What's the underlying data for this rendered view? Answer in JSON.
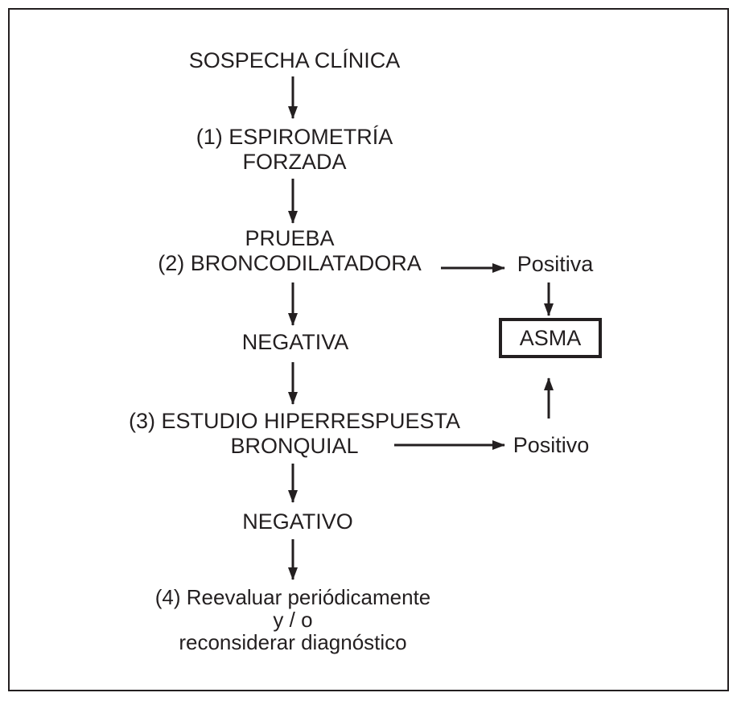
{
  "figure": {
    "kind": "flowchart"
  },
  "colors": {
    "ink": "#231f20",
    "background": "#ffffff"
  },
  "nodes": {
    "sospecha": {
      "label": "SOSPECHA CLÍNICA"
    },
    "espirometria": {
      "line1": "(1) ESPIROMETRÍA",
      "line2": "FORZADA"
    },
    "prueba": {
      "line1": "PRUEBA",
      "line2": "(2) BRONCODILATADORA"
    },
    "positiva": {
      "label": "Positiva"
    },
    "asma": {
      "label": "ASMA"
    },
    "negativa": {
      "label": "NEGATIVA"
    },
    "estudio": {
      "line1": "(3) ESTUDIO HIPERRESPUESTA",
      "line2": "BRONQUIAL"
    },
    "positivo": {
      "label": "Positivo"
    },
    "negativo": {
      "label": "NEGATIVO"
    },
    "reevaluar": {
      "line1": "(4) Reevaluar periódicamente",
      "line2": "y / o",
      "line3": "reconsiderar diagnóstico"
    }
  },
  "edges": [
    "sospecha-to-espirometria",
    "espirometria-to-prueba",
    "prueba-to-positiva",
    "positiva-to-asma",
    "prueba-to-negativa",
    "negativa-to-estudio",
    "estudio-to-positivo",
    "positivo-to-asma",
    "estudio-to-negativo",
    "negativo-to-reevaluar"
  ]
}
